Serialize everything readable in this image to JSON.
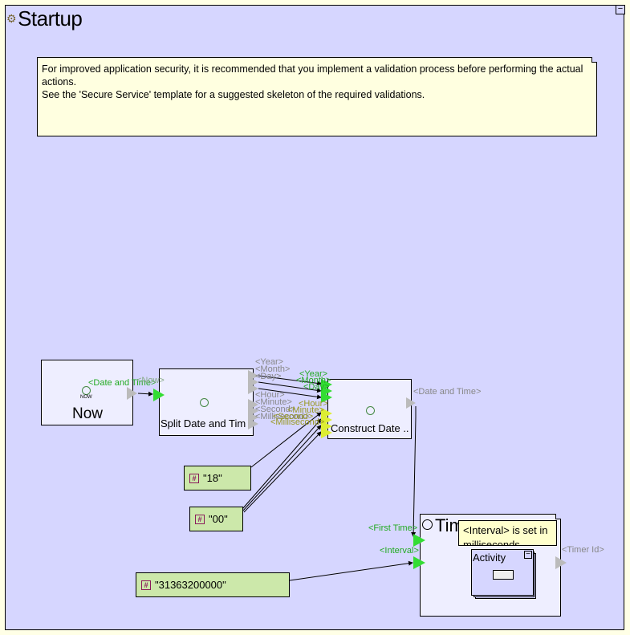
{
  "panel": {
    "title": "Startup",
    "title_icon": "gears-icon",
    "collapse_label": "−"
  },
  "note": {
    "line1": "For improved application security, it is recommended that you implement a validation process  before performing the actual actions.",
    "line2": "See the 'Secure Service' template for a suggested skeleton of the required validations."
  },
  "nodes": {
    "now": {
      "label": "Now",
      "icon_label": "NOW",
      "out_port": "<Date and Time>"
    },
    "split": {
      "label": "Split Date and Tim",
      "in_port": "<Now>",
      "out_ports": [
        "<Year>",
        "<Month>",
        "<Day>",
        "<Hour>",
        "<Minute>",
        "<Second>",
        "<Millisecond>"
      ]
    },
    "construct": {
      "label": "Construct Date ..",
      "in_ports": [
        "<Year>",
        "<Month>",
        "<Day>",
        "<Hour>",
        "<Minute>",
        "<Second>",
        "<Millisecond>"
      ],
      "out_port": "<Date and Time>"
    },
    "timer": {
      "label": "Tim",
      "in_ports": [
        "<First Time>",
        "<Interval>"
      ],
      "out_port": "<Timer Id>",
      "tooltip": "<Interval> is set in milliseconds",
      "activity_label": "Activity",
      "activity_collapse": "−"
    }
  },
  "constants": [
    {
      "value": "\"18\""
    },
    {
      "value": "\"00\""
    },
    {
      "value": "\"31363200000\""
    }
  ],
  "colors": {
    "outer_bg": "#ffffe6",
    "panel_bg": "#d6d6ff",
    "node_bg": "#eeeeff",
    "note_bg": "#ffffe0",
    "const_bg": "#cce8aa",
    "in_port_green": "#33dd33",
    "in_port_yellow": "#ddee33",
    "out_port_gray": "#bbbbbb"
  }
}
